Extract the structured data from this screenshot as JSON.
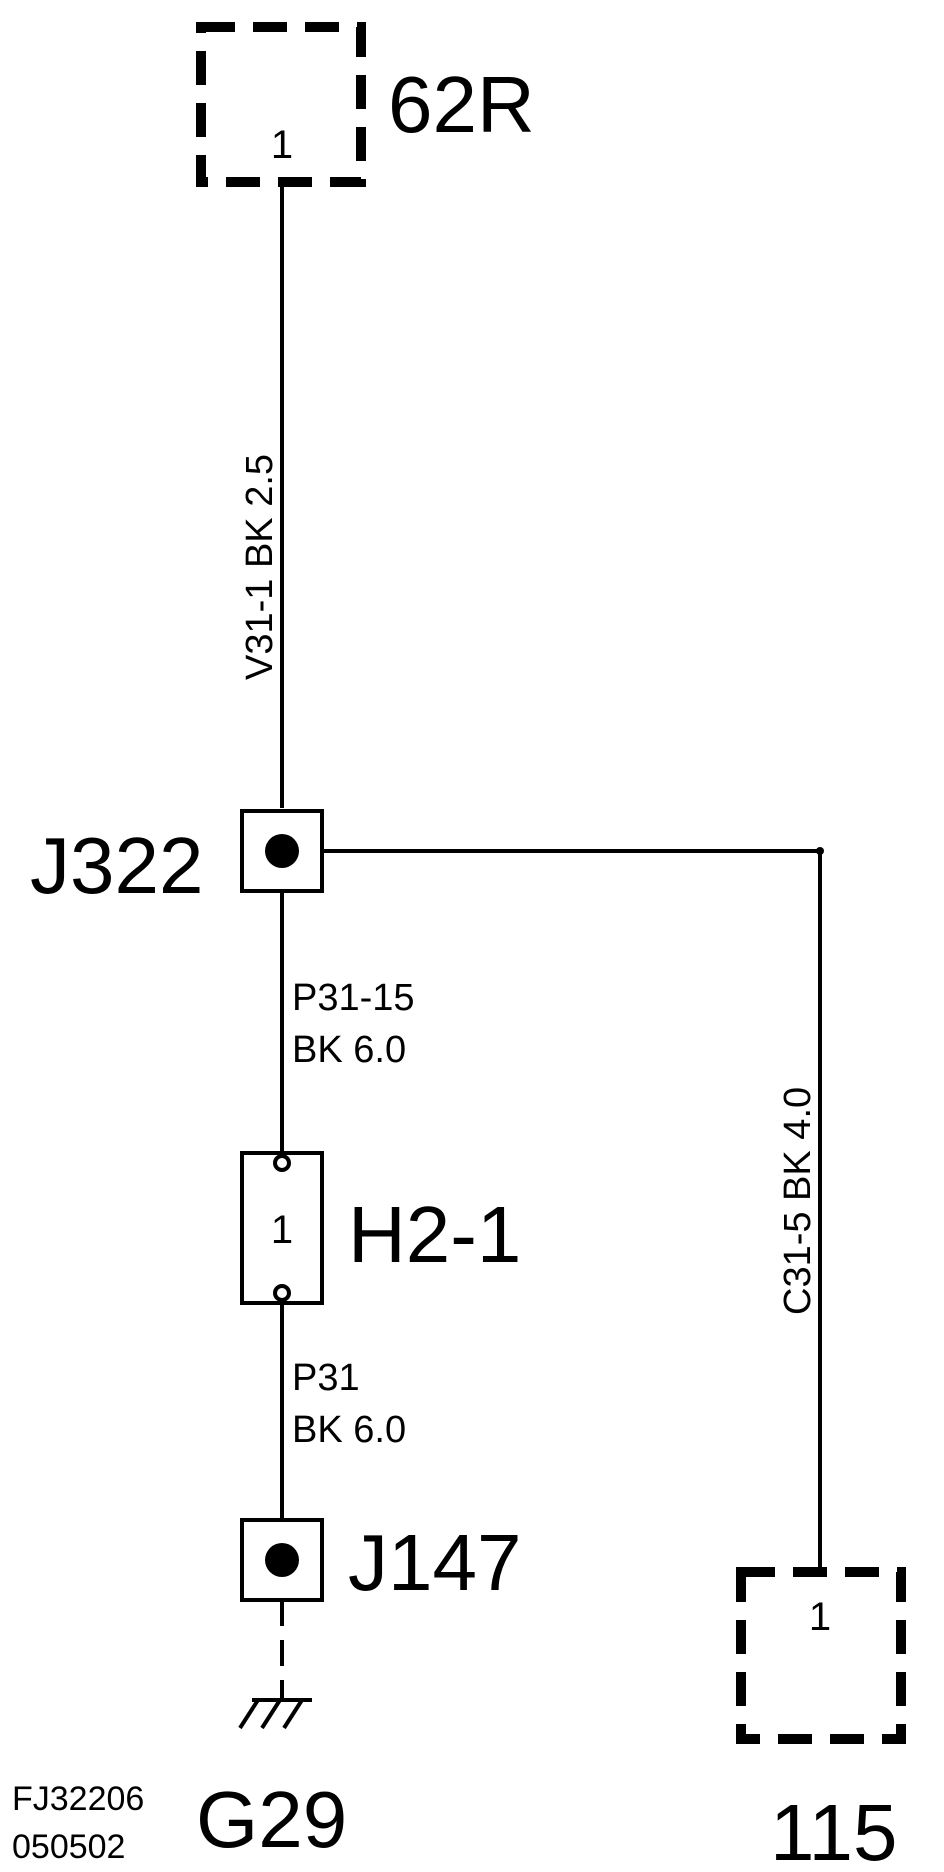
{
  "connectors": {
    "c62r": {
      "label": "62R",
      "pin": "1"
    },
    "c115": {
      "label": "115",
      "pin": "1"
    },
    "h21": {
      "label": "H2-1",
      "pin": "1"
    }
  },
  "splices": {
    "j322": {
      "label": "J322"
    },
    "j147": {
      "label": "J147"
    }
  },
  "ground": {
    "label": "G29"
  },
  "wires": {
    "v31": {
      "text": "V31-1  BK  2.5"
    },
    "c31": {
      "text": "C31-5  BK  4.0"
    },
    "p31_15": {
      "line1": "P31-15",
      "line2": "BK  6.0"
    },
    "p31": {
      "line1": "P31",
      "line2": "BK  6.0"
    }
  },
  "figure_code": {
    "line1": "FJ32206",
    "line2": "050502"
  }
}
